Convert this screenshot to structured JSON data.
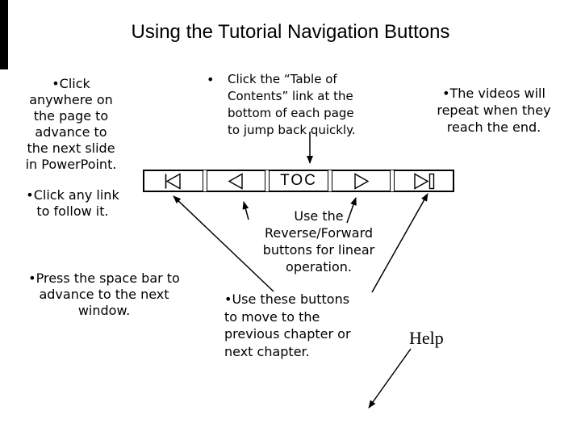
{
  "slide": {
    "title": "Using the Tutorial Navigation Buttons",
    "help_label": "Help"
  },
  "notes": {
    "advance_note": "•Click\nanywhere on\nthe page to\nadvance to\nthe next slide\nin PowerPoint.",
    "link_note": "•Click any link\nto follow it.",
    "spacebar_note": "•Press the space bar to\nadvance to the next\nwindow.",
    "toc_note_bullet": "•",
    "toc_note": "Click the “Table of\nContents” link at the\nbottom of each page\nto jump back quickly.",
    "linear_note": "Use the\nReverse/Forward\nbuttons for linear\noperation.",
    "chapter_note": "•Use these buttons\nto move to the\nprevious chapter or\nnext chapter.",
    "videos_note": "•The videos will\nrepeat when they\nreach the end."
  },
  "nav_bar": {
    "buttons": [
      {
        "name": "previous-chapter",
        "icon": "skip-back-icon",
        "label": ""
      },
      {
        "name": "reverse",
        "icon": "reverse-triangle-icon",
        "label": ""
      },
      {
        "name": "toc",
        "icon": "",
        "label": "TOC"
      },
      {
        "name": "forward",
        "icon": "forward-triangle-icon",
        "label": ""
      },
      {
        "name": "next-chapter",
        "icon": "skip-forward-icon",
        "label": ""
      }
    ]
  },
  "colors": {
    "background": "#ffffff",
    "text": "#000000",
    "corner_bar": "#000000"
  }
}
